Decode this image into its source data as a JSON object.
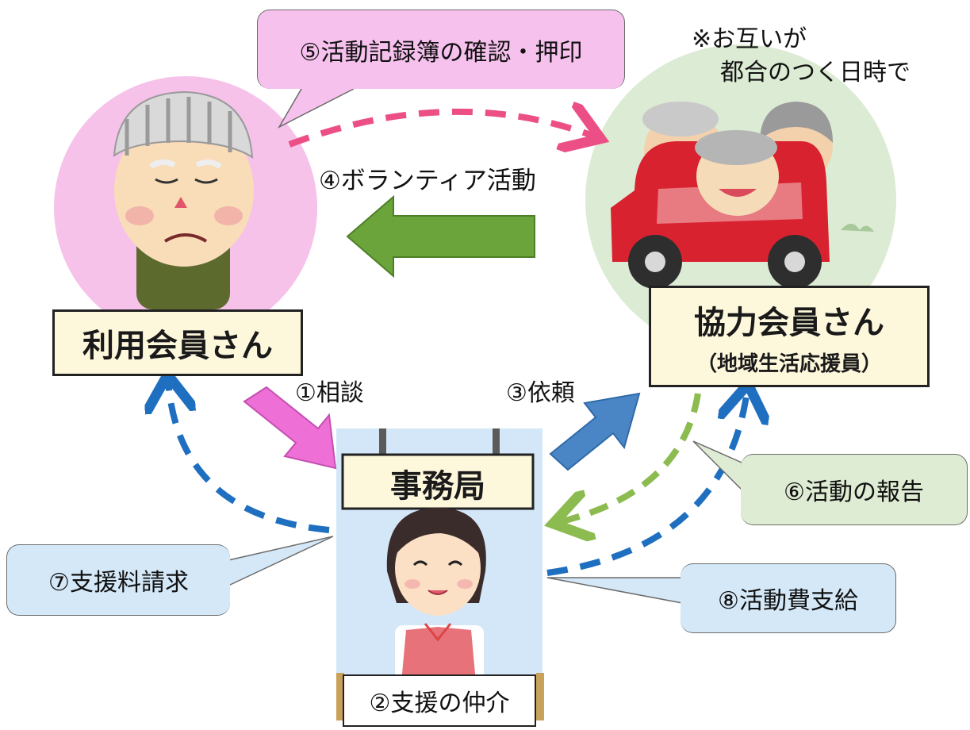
{
  "note": {
    "line1": "※お互いが",
    "line2": "都合のつく日時で"
  },
  "flows": {
    "step1": "①相談",
    "step2": "②支援の仲介",
    "step3": "③依頼",
    "step4": "④ボランティア活動",
    "step5": "⑤活動記録簿の確認・押印",
    "step6": "⑥活動の報告",
    "step7": "⑦支援料請求",
    "step8": "⑧活動費支給"
  },
  "actors": {
    "user_member": "利用会員さん",
    "coop_member": "協力会員さん",
    "coop_member_sub": "（地域生活応援員）",
    "office": "事務局"
  },
  "colors": {
    "pink_circle": "#f6c2ea",
    "green_circle": "#dcebd4",
    "office_panel": "#d3e7f8",
    "name_box": "#fdf7dc",
    "bubble_pink": "#f7c1ee",
    "bubble_green": "#dfecd4",
    "bubble_blue": "#d4e8f8",
    "arrow_green": "#6ba43a",
    "arrow_pink": "#ee6fd6",
    "arrow_blue": "#4a86c6",
    "dash_pink": "#ec4f86",
    "dash_green": "#8cbb4f",
    "dash_blue": "#1f6fc0"
  }
}
